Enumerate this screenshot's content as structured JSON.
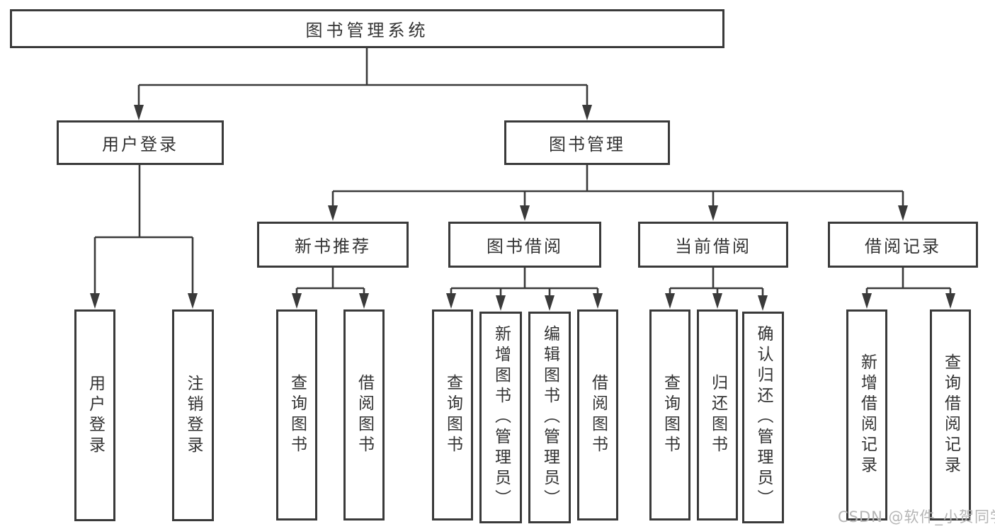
{
  "diagram": {
    "root": {
      "label": "图书管理系统"
    },
    "branches": [
      {
        "label": "用户登录",
        "children": [
          {
            "label": "用户登录"
          },
          {
            "label": "注销登录"
          }
        ]
      },
      {
        "label": "图书管理",
        "children": [
          {
            "label": "新书推荐",
            "children": [
              {
                "label": "查询图书"
              },
              {
                "label": "借阅图书"
              }
            ]
          },
          {
            "label": "图书借阅",
            "children": [
              {
                "label": "查询图书"
              },
              {
                "label": "新增图书（管理员）"
              },
              {
                "label": "编辑图书（管理员）"
              },
              {
                "label": "借阅图书"
              }
            ]
          },
          {
            "label": "当前借阅",
            "children": [
              {
                "label": "查询图书"
              },
              {
                "label": "归还图书"
              },
              {
                "label": "确认归还（管理员）"
              }
            ]
          },
          {
            "label": "借阅记录",
            "children": [
              {
                "label": "新增借阅记录"
              },
              {
                "label": "查询借阅记录"
              }
            ]
          }
        ]
      }
    ]
  },
  "colors": {
    "line": "#3a3a3a",
    "text": "#333333",
    "watermark": "#b5b5b5"
  },
  "watermark": {
    "text": "CSDN @软件_小贺同学"
  }
}
